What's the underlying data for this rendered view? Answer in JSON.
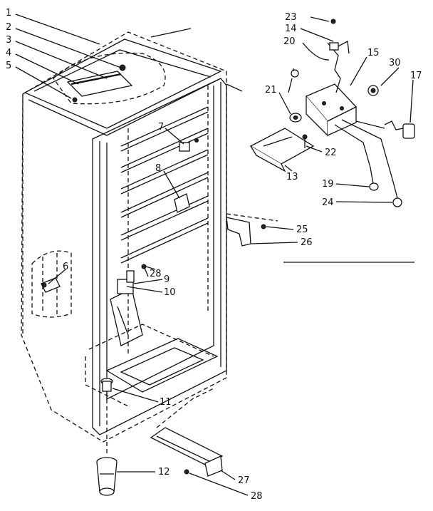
{
  "callouts": [
    {
      "id": "c1",
      "text": "1"
    },
    {
      "id": "c2",
      "text": "2"
    },
    {
      "id": "c3",
      "text": "3"
    },
    {
      "id": "c4",
      "text": "4"
    },
    {
      "id": "c5",
      "text": "5"
    },
    {
      "id": "c6",
      "text": "6"
    },
    {
      "id": "c7",
      "text": "7"
    },
    {
      "id": "c8",
      "text": "8"
    },
    {
      "id": "c9",
      "text": "9"
    },
    {
      "id": "c10",
      "text": "10"
    },
    {
      "id": "c11",
      "text": "11"
    },
    {
      "id": "c12",
      "text": "12"
    },
    {
      "id": "c13",
      "text": "13"
    },
    {
      "id": "c14",
      "text": "14"
    },
    {
      "id": "c15",
      "text": "15"
    },
    {
      "id": "c17",
      "text": "17"
    },
    {
      "id": "c19",
      "text": "19"
    },
    {
      "id": "c20",
      "text": "20"
    },
    {
      "id": "c21",
      "text": "21"
    },
    {
      "id": "c22",
      "text": "22"
    },
    {
      "id": "c23",
      "text": "23"
    },
    {
      "id": "c24",
      "text": "24"
    },
    {
      "id": "c25",
      "text": "25"
    },
    {
      "id": "c26",
      "text": "26"
    },
    {
      "id": "c27",
      "text": "27"
    },
    {
      "id": "c28a",
      "text": "28"
    },
    {
      "id": "c28b",
      "text": "28"
    },
    {
      "id": "c30",
      "text": "30"
    }
  ]
}
